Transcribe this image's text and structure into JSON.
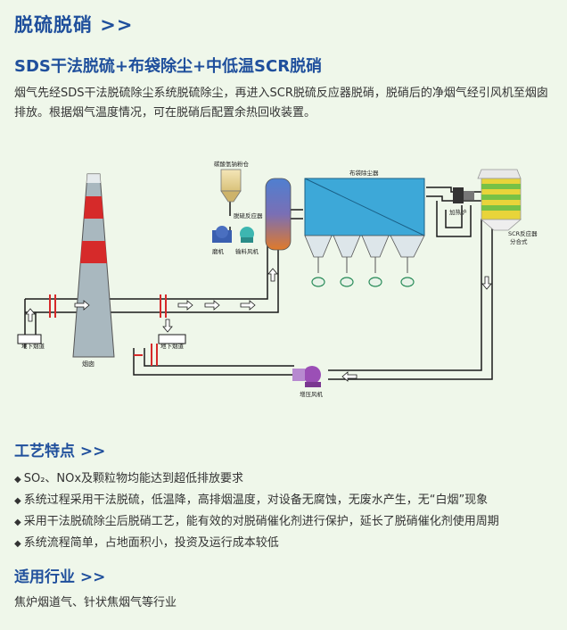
{
  "header": {
    "title": "脱硫脱硝 >>"
  },
  "process": {
    "title": "SDS干法脱硫+布袋除尘+中低温SCR脱硝",
    "intro": "烟气先经SDS干法脱硫除尘系统脱硫除尘，再进入SCR脱硫反应器脱硝，脱硝后的净烟气经引风机至烟囱排放。根据烟气温度情况，可在脱硝后配置余热回收装置。"
  },
  "diagram": {
    "silo": "碳酸氢钠粉仓",
    "reactor": "脱硫反应器",
    "mill": "磨机",
    "conveyor_fan": "输料风机",
    "baghouse": "布袋除尘器",
    "heater": "加热炉",
    "scr": "SCR反应器",
    "scr_type": "分合式",
    "flue_left": "地下烟道",
    "flue_right": "地下烟道",
    "chimney": "烟囱",
    "booster_fan": "增压风机",
    "colors": {
      "pipe": "#1a1a1a",
      "chimney_red": "#d62a2a",
      "chimney_body": "#a9b8bf",
      "baghouse": "#3da8d8",
      "scr_yellow": "#e8d43a",
      "scr_green": "#77c146",
      "fan_purple": "#9b4fb6",
      "reactor_orange": "#e07a2a"
    }
  },
  "features": {
    "title": "工艺特点 >>",
    "items": [
      "SO₂、NOx及颗粒物均能达到超低排放要求",
      "系统过程采用干法脱硫，低温降，高排烟温度，对设备无腐蚀，无废水产生，无“白烟”现象",
      "采用干法脱硫除尘后脱硝工艺，能有效的对脱硝催化剂进行保护，延长了脱硝催化剂使用周期",
      "系统流程简单，占地面积小，投资及运行成本较低"
    ]
  },
  "industry": {
    "title": "适用行业 >>",
    "text": "焦炉烟道气、针状焦烟气等行业"
  }
}
